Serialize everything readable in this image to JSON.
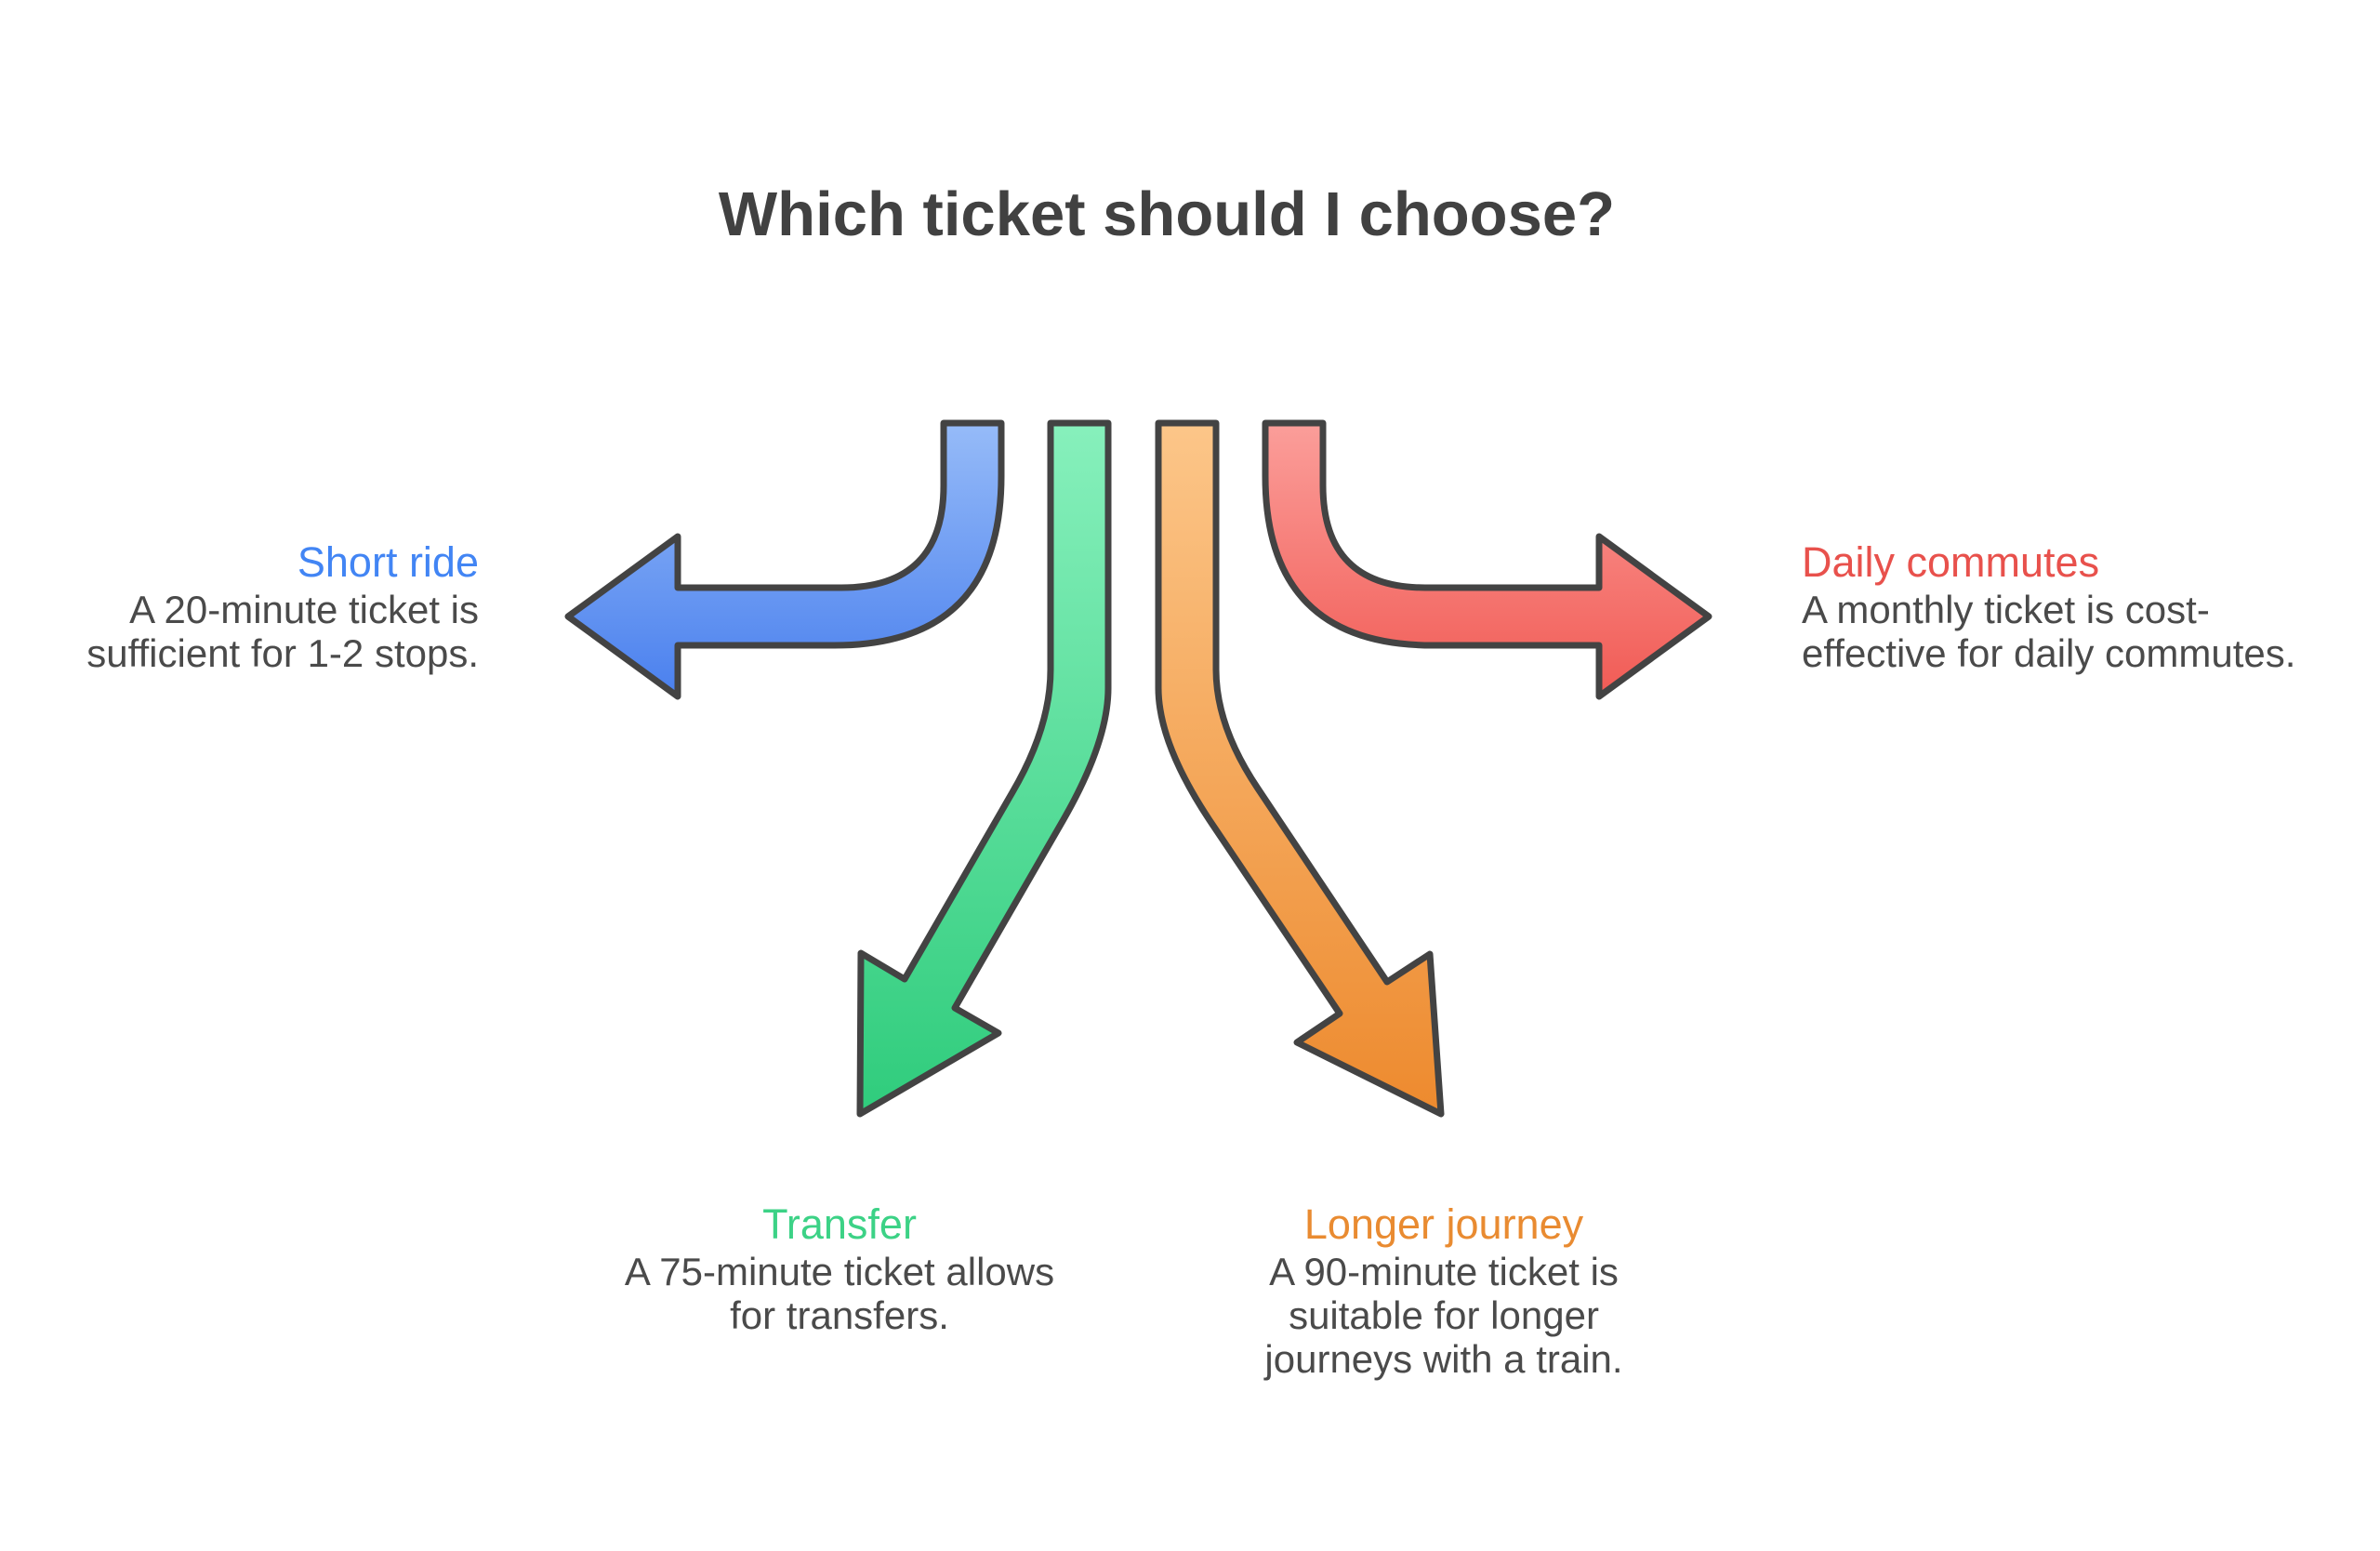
{
  "title": "Which ticket should I choose?",
  "colors": {
    "background": "#ffffff",
    "title_text": "#414141",
    "body_text": "#4a4a4a",
    "arrow_outline": "#434343"
  },
  "branches": [
    {
      "id": "short-ride",
      "direction": "left",
      "label": "Short ride",
      "label_color": "#4285f4",
      "desc_lines": [
        "A 20-minute ticket is",
        "sufficient for 1-2 stops."
      ],
      "gradient_top": "#96bbf8",
      "gradient_bottom": "#4a80ee"
    },
    {
      "id": "transfer",
      "direction": "down-left",
      "label": "Transfer",
      "label_color": "#3cd286",
      "desc_lines": [
        "A 75-minute ticket allows",
        "for transfers."
      ],
      "gradient_top": "#87f0bc",
      "gradient_bottom": "#2fcc7c"
    },
    {
      "id": "longer-journey",
      "direction": "down-right",
      "label": "Longer journey",
      "label_color": "#e98b31",
      "desc_lines": [
        "A 90-minute ticket is",
        "suitable for longer",
        "journeys with a train."
      ],
      "gradient_top": "#fcc689",
      "gradient_bottom": "#ed8a2e"
    },
    {
      "id": "daily-commutes",
      "direction": "right",
      "label": "Daily commutes",
      "label_color": "#e8514c",
      "desc_lines": [
        "A monthly ticket is cost-",
        "effective for daily commutes."
      ],
      "gradient_top": "#fb9e9a",
      "gradient_bottom": "#f15b55"
    }
  ]
}
